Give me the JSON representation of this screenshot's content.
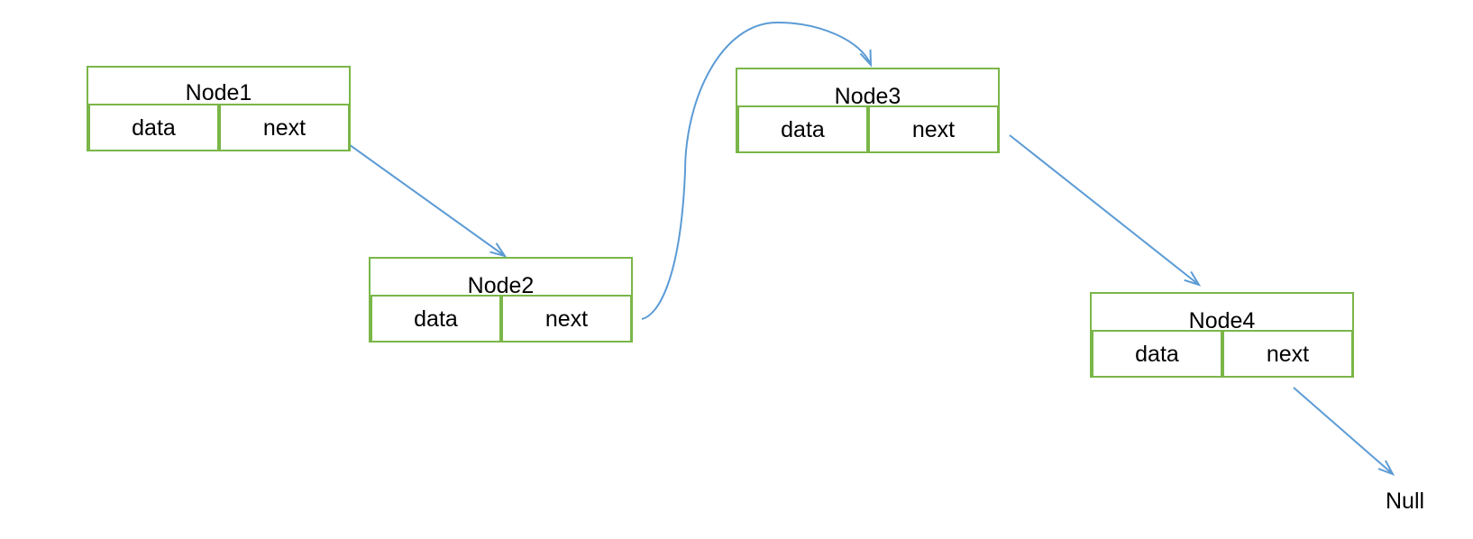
{
  "nodes": [
    {
      "title": "Node1",
      "data_label": "data",
      "next_label": "next"
    },
    {
      "title": "Node2",
      "data_label": "data",
      "next_label": "next"
    },
    {
      "title": "Node3",
      "data_label": "data",
      "next_label": "next"
    },
    {
      "title": "Node4",
      "data_label": "data",
      "next_label": "next"
    }
  ],
  "terminal": {
    "label": "Null"
  },
  "colors": {
    "node_border": "#7ab648",
    "arrow": "#5b9bd5",
    "text": "#000000"
  }
}
